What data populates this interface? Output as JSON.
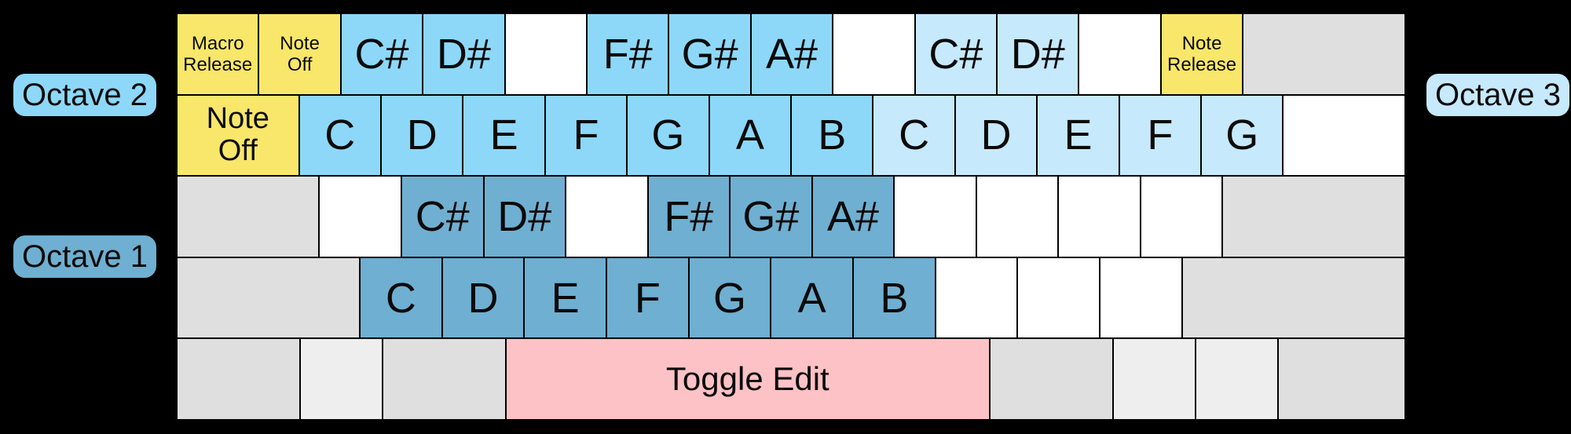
{
  "palette": {
    "background": "#000000",
    "key_border": "#000000",
    "text": "#000000",
    "yellow": "#F8E76A",
    "octave2_blue": "#8DD8F8",
    "octave3_blue": "#C6E9FC",
    "octave1_blue": "#6FAFD1",
    "white": "#FFFFFF",
    "gray": "#DFDFDF",
    "gray_light": "#EEEEEE",
    "pink": "#FDC2C5"
  },
  "labels": {
    "octave1": "Octave 1",
    "octave2": "Octave 2",
    "octave3": "Octave 3"
  },
  "keyboard": {
    "rows": [
      {
        "name": "number-row",
        "keys": [
          {
            "name": "key-grave-macro-release",
            "lines": [
              "Macro",
              "Release"
            ],
            "color": "yellow",
            "size": "sm",
            "w": 1
          },
          {
            "name": "key-1-note-off",
            "lines": [
              "Note",
              "Off"
            ],
            "color": "yellow",
            "size": "sm",
            "w": 1
          },
          {
            "name": "key-2-c-sharp",
            "lines": [
              "C#"
            ],
            "color": "octave2_blue",
            "w": 1
          },
          {
            "name": "key-3-d-sharp",
            "lines": [
              "D#"
            ],
            "color": "octave2_blue",
            "w": 1
          },
          {
            "name": "key-4-blank",
            "lines": [],
            "color": "white",
            "w": 1
          },
          {
            "name": "key-5-f-sharp",
            "lines": [
              "F#"
            ],
            "color": "octave2_blue",
            "w": 1
          },
          {
            "name": "key-6-g-sharp",
            "lines": [
              "G#"
            ],
            "color": "octave2_blue",
            "w": 1
          },
          {
            "name": "key-7-a-sharp",
            "lines": [
              "A#"
            ],
            "color": "octave2_blue",
            "w": 1
          },
          {
            "name": "key-8-blank",
            "lines": [],
            "color": "white",
            "w": 1
          },
          {
            "name": "key-9-c-sharp",
            "lines": [
              "C#"
            ],
            "color": "octave3_blue",
            "w": 1
          },
          {
            "name": "key-0-d-sharp",
            "lines": [
              "D#"
            ],
            "color": "octave3_blue",
            "w": 1
          },
          {
            "name": "key-minus-blank",
            "lines": [],
            "color": "white",
            "w": 1
          },
          {
            "name": "key-equals-note-release",
            "lines": [
              "Note",
              "Release"
            ],
            "color": "yellow",
            "size": "sm",
            "w": 1
          },
          {
            "name": "key-backspace",
            "lines": [],
            "color": "gray",
            "w": 2
          }
        ]
      },
      {
        "name": "qwerty-row",
        "keys": [
          {
            "name": "key-tab-note-off",
            "lines": [
              "Note",
              "Off"
            ],
            "color": "yellow",
            "size": "md",
            "w": 1.5
          },
          {
            "name": "key-q-c",
            "lines": [
              "C"
            ],
            "color": "octave2_blue",
            "w": 1
          },
          {
            "name": "key-w-d",
            "lines": [
              "D"
            ],
            "color": "octave2_blue",
            "w": 1
          },
          {
            "name": "key-e-e",
            "lines": [
              "E"
            ],
            "color": "octave2_blue",
            "w": 1
          },
          {
            "name": "key-r-f",
            "lines": [
              "F"
            ],
            "color": "octave2_blue",
            "w": 1
          },
          {
            "name": "key-t-g",
            "lines": [
              "G"
            ],
            "color": "octave2_blue",
            "w": 1
          },
          {
            "name": "key-y-a",
            "lines": [
              "A"
            ],
            "color": "octave2_blue",
            "w": 1
          },
          {
            "name": "key-u-b",
            "lines": [
              "B"
            ],
            "color": "octave2_blue",
            "w": 1
          },
          {
            "name": "key-i-c",
            "lines": [
              "C"
            ],
            "color": "octave3_blue",
            "w": 1
          },
          {
            "name": "key-o-d",
            "lines": [
              "D"
            ],
            "color": "octave3_blue",
            "w": 1
          },
          {
            "name": "key-p-e",
            "lines": [
              "E"
            ],
            "color": "octave3_blue",
            "w": 1
          },
          {
            "name": "key-bracket-left-f",
            "lines": [
              "F"
            ],
            "color": "octave3_blue",
            "w": 1
          },
          {
            "name": "key-bracket-right-g",
            "lines": [
              "G"
            ],
            "color": "octave3_blue",
            "w": 1
          },
          {
            "name": "key-backslash-blank",
            "lines": [],
            "color": "white",
            "w": 1.5
          }
        ]
      },
      {
        "name": "home-row",
        "keys": [
          {
            "name": "key-caps-lock",
            "lines": [],
            "color": "gray",
            "w": 1.75
          },
          {
            "name": "key-a-blank",
            "lines": [],
            "color": "white",
            "w": 1
          },
          {
            "name": "key-s-c-sharp",
            "lines": [
              "C#"
            ],
            "color": "octave1_blue",
            "w": 1
          },
          {
            "name": "key-d-d-sharp",
            "lines": [
              "D#"
            ],
            "color": "octave1_blue",
            "w": 1
          },
          {
            "name": "key-f-blank",
            "lines": [],
            "color": "white",
            "w": 1
          },
          {
            "name": "key-g-f-sharp",
            "lines": [
              "F#"
            ],
            "color": "octave1_blue",
            "w": 1
          },
          {
            "name": "key-h-g-sharp",
            "lines": [
              "G#"
            ],
            "color": "octave1_blue",
            "w": 1
          },
          {
            "name": "key-j-a-sharp",
            "lines": [
              "A#"
            ],
            "color": "octave1_blue",
            "w": 1
          },
          {
            "name": "key-k-blank",
            "lines": [],
            "color": "white",
            "w": 1
          },
          {
            "name": "key-l-blank",
            "lines": [],
            "color": "white",
            "w": 1
          },
          {
            "name": "key-semicolon-blank",
            "lines": [],
            "color": "white",
            "w": 1
          },
          {
            "name": "key-quote-blank",
            "lines": [],
            "color": "white",
            "w": 1
          },
          {
            "name": "key-enter",
            "lines": [],
            "color": "gray",
            "w": 2.25
          }
        ]
      },
      {
        "name": "bottom-letter-row",
        "keys": [
          {
            "name": "key-shift-left",
            "lines": [],
            "color": "gray",
            "w": 2.25
          },
          {
            "name": "key-z-c",
            "lines": [
              "C"
            ],
            "color": "octave1_blue",
            "w": 1
          },
          {
            "name": "key-x-d",
            "lines": [
              "D"
            ],
            "color": "octave1_blue",
            "w": 1
          },
          {
            "name": "key-c-e",
            "lines": [
              "E"
            ],
            "color": "octave1_blue",
            "w": 1
          },
          {
            "name": "key-v-f",
            "lines": [
              "F"
            ],
            "color": "octave1_blue",
            "w": 1
          },
          {
            "name": "key-b-g",
            "lines": [
              "G"
            ],
            "color": "octave1_blue",
            "w": 1
          },
          {
            "name": "key-n-a",
            "lines": [
              "A"
            ],
            "color": "octave1_blue",
            "w": 1
          },
          {
            "name": "key-m-b",
            "lines": [
              "B"
            ],
            "color": "octave1_blue",
            "w": 1
          },
          {
            "name": "key-comma-blank",
            "lines": [],
            "color": "white",
            "w": 1
          },
          {
            "name": "key-period-blank",
            "lines": [],
            "color": "white",
            "w": 1
          },
          {
            "name": "key-slash-blank",
            "lines": [],
            "color": "white",
            "w": 1
          },
          {
            "name": "key-shift-right",
            "lines": [],
            "color": "gray",
            "w": 2.75
          }
        ]
      },
      {
        "name": "space-row",
        "keys": [
          {
            "name": "key-ctrl-left",
            "lines": [],
            "color": "gray",
            "w": 1.5
          },
          {
            "name": "key-win-left",
            "lines": [],
            "color": "gray_light",
            "w": 1
          },
          {
            "name": "key-alt-left",
            "lines": [],
            "color": "gray",
            "w": 1.5
          },
          {
            "name": "key-space-toggle-edit",
            "lines": [
              "Toggle Edit"
            ],
            "color": "pink",
            "size": "space",
            "w": 5.95
          },
          {
            "name": "key-alt-right",
            "lines": [],
            "color": "gray",
            "w": 1.5
          },
          {
            "name": "key-win-right",
            "lines": [],
            "color": "gray_light",
            "w": 1
          },
          {
            "name": "key-menu",
            "lines": [],
            "color": "gray_light",
            "w": 1
          },
          {
            "name": "key-ctrl-right",
            "lines": [],
            "color": "gray",
            "w": 1.55
          }
        ]
      }
    ]
  }
}
